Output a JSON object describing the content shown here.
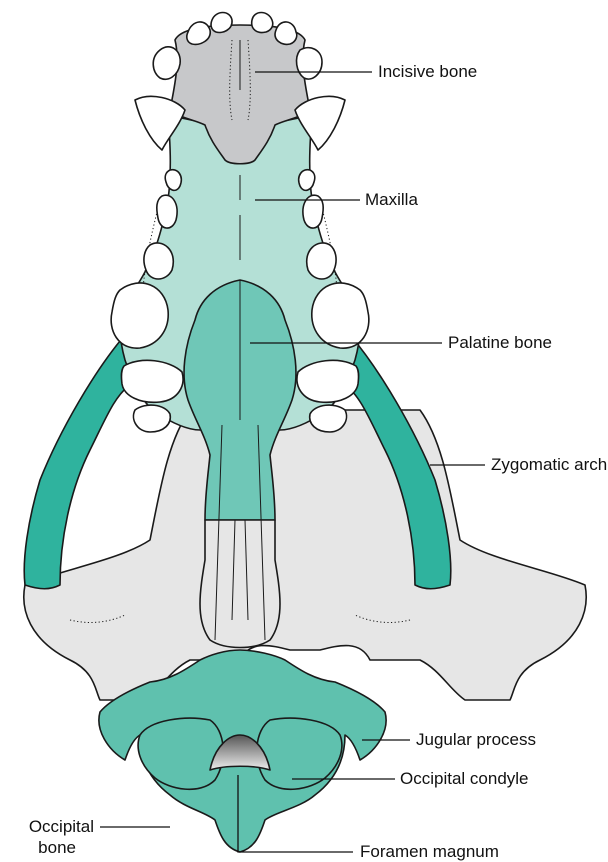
{
  "labels": {
    "incisive": "Incisive bone",
    "maxilla": "Maxilla",
    "palatine": "Palatine bone",
    "zygomatic": "Zygomatic arch",
    "jugular": "Jugular process",
    "condyle": "Occipital condyle",
    "occipital_line1": "Occipital",
    "occipital_line2": "bone",
    "foramen": "Foramen magnum"
  },
  "colors": {
    "incisive": "#c7c8ca",
    "maxilla": "#b4e0d6",
    "palatine": "#6fc7b7",
    "zygomatic": "#2fb39e",
    "occipital": "#5fc1ae",
    "neutral": "#e6e6e6",
    "tooth": "#ffffff",
    "outline": "#1a1a1a"
  },
  "icons": [
    "skull-ventral-view-diagram"
  ]
}
